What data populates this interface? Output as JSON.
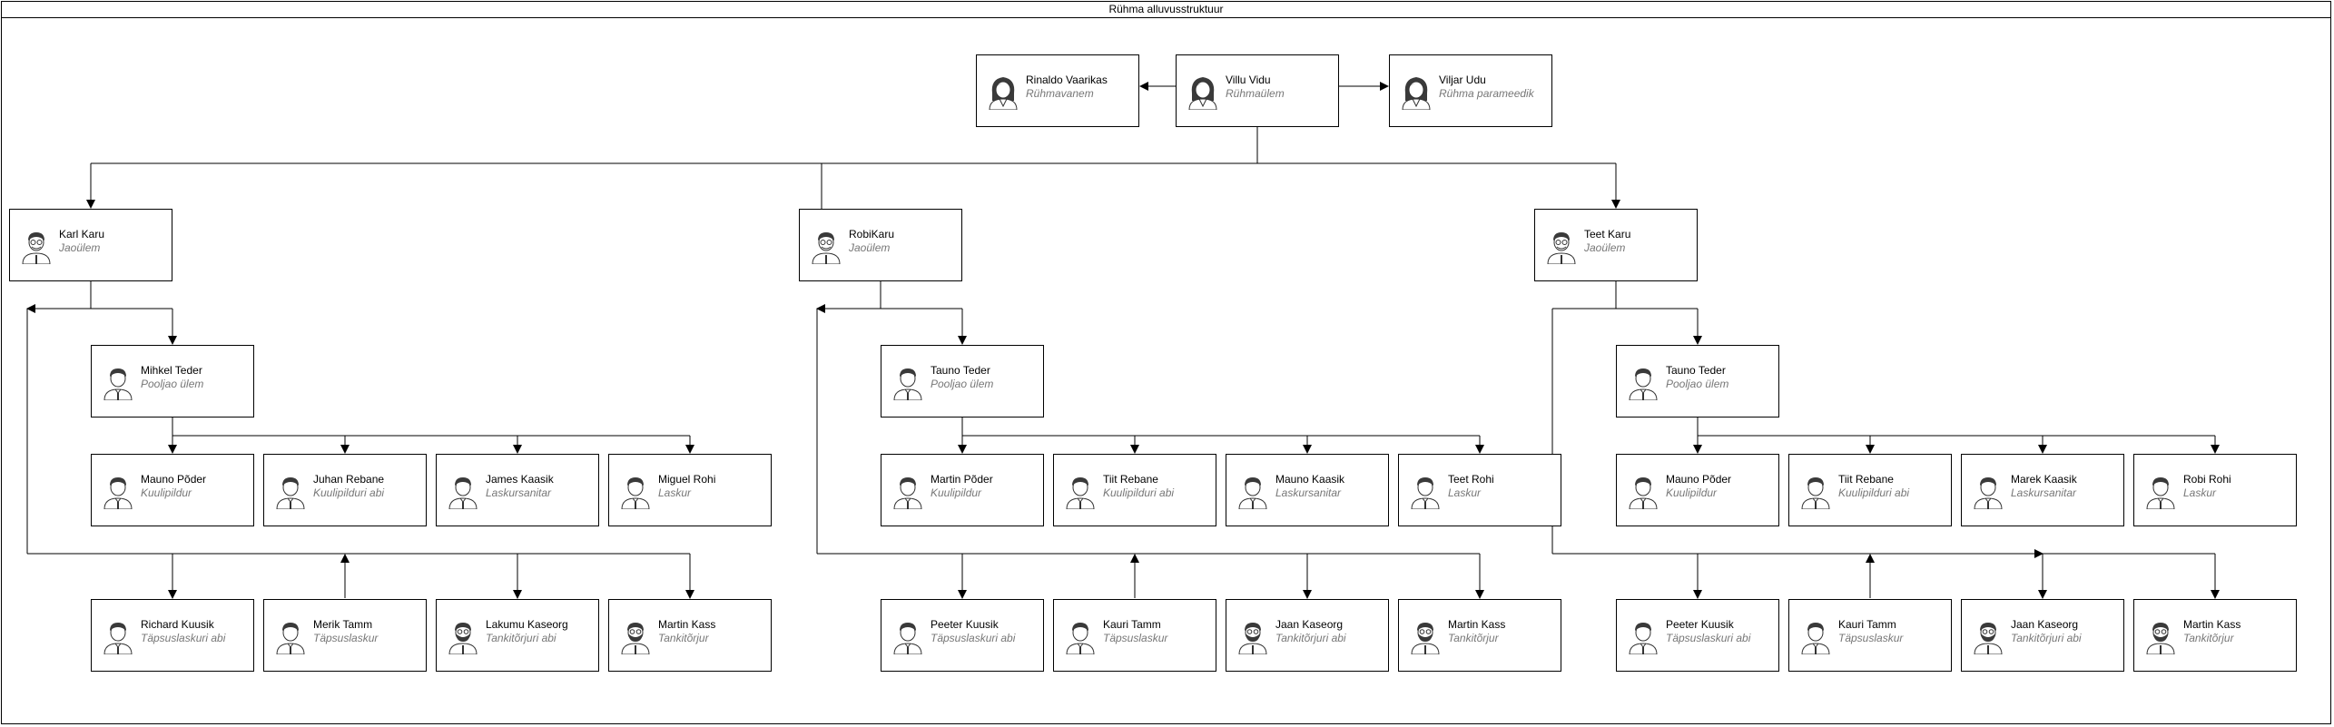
{
  "title": "Rühma alluvusstruktuur",
  "command": {
    "leader": {
      "name": "Villu Vidu",
      "role": "Rühmaülem"
    },
    "left": {
      "name": "Rinaldo Vaarikas",
      "role": "Rühmavanem"
    },
    "right": {
      "name": "Viljar Udu",
      "role": "Rühma parameedik"
    }
  },
  "sections": [
    {
      "head": {
        "name": "Karl Karu",
        "role": "Jaoülem"
      },
      "sub": {
        "name": "Mihkel Teder",
        "role": "Pooljao ülem"
      },
      "row1": [
        {
          "name": "Mauno Põder",
          "role": "Kuulipildur"
        },
        {
          "name": "Juhan Rebane",
          "role": "Kuulipilduri abi"
        },
        {
          "name": "James Kaasik",
          "role": "Laskursanitar"
        },
        {
          "name": "Miguel Rohi",
          "role": "Laskur"
        }
      ],
      "row2": [
        {
          "name": "Richard Kuusik",
          "role": "Täpsuslaskuri abi"
        },
        {
          "name": "Merik Tamm",
          "role": "Täpsuslaskur"
        },
        {
          "name": "Lakumu Kaseorg",
          "role": "Tankitõrjuri abi"
        },
        {
          "name": "Martin Kass",
          "role": "Tankitõrjur"
        }
      ]
    },
    {
      "head": {
        "name": "RobiKaru",
        "role": "Jaoülem"
      },
      "sub": {
        "name": "Tauno Teder",
        "role": "Pooljao ülem"
      },
      "row1": [
        {
          "name": "Martin Põder",
          "role": "Kuulipildur"
        },
        {
          "name": "Tiit Rebane",
          "role": "Kuulipilduri abi"
        },
        {
          "name": "Mauno Kaasik",
          "role": "Laskursanitar"
        },
        {
          "name": "Teet Rohi",
          "role": "Laskur"
        }
      ],
      "row2": [
        {
          "name": "Peeter Kuusik",
          "role": "Täpsuslaskuri abi"
        },
        {
          "name": "Kauri Tamm",
          "role": "Täpsuslaskur"
        },
        {
          "name": "Jaan Kaseorg",
          "role": "Tankitõrjuri abi"
        },
        {
          "name": "Martin Kass",
          "role": "Tankitõrjur"
        }
      ]
    },
    {
      "head": {
        "name": "Teet Karu",
        "role": "Jaoülem"
      },
      "sub": {
        "name": "Tauno Teder",
        "role": "Pooljao ülem"
      },
      "row1": [
        {
          "name": "Mauno Põder",
          "role": "Kuulipildur"
        },
        {
          "name": "Tiit Rebane",
          "role": "Kuulipilduri abi"
        },
        {
          "name": "Marek Kaasik",
          "role": "Laskursanitar"
        },
        {
          "name": "Robi Rohi",
          "role": "Laskur"
        }
      ],
      "row2": [
        {
          "name": "Peeter Kuusik",
          "role": "Täpsuslaskuri abi"
        },
        {
          "name": "Kauri Tamm",
          "role": "Täpsuslaskur"
        },
        {
          "name": "Jaan Kaseorg",
          "role": "Tankitõrjuri abi"
        },
        {
          "name": "Martin Kass",
          "role": "Tankitõrjur"
        }
      ]
    }
  ]
}
